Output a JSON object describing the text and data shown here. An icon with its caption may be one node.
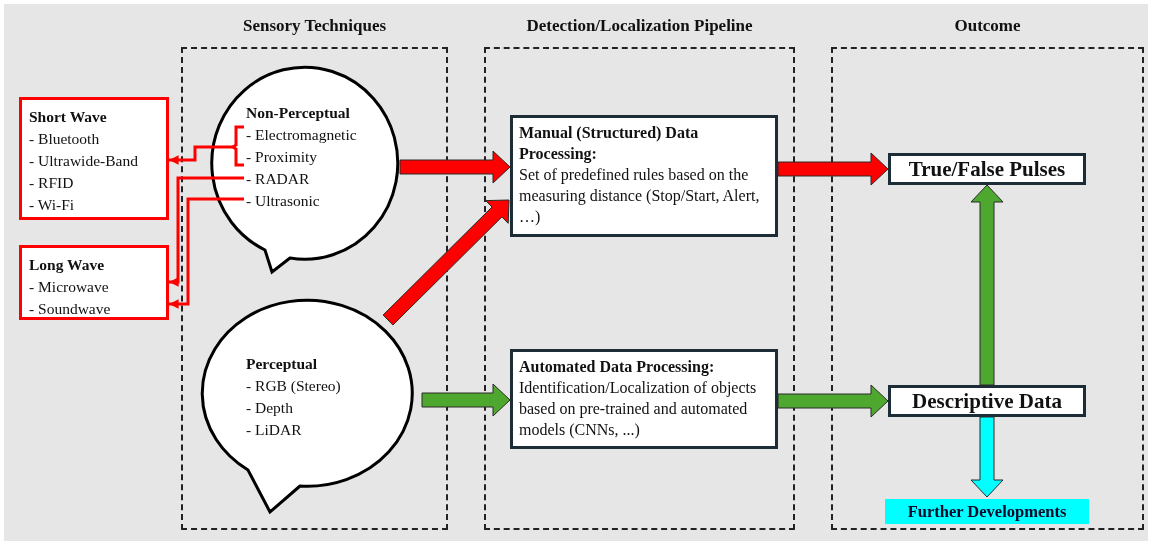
{
  "diagram": {
    "nodes": [
      {
        "text": [
          "Sensory Techniques"
        ]
      },
      {
        "text": [
          "Detection/Localization Pipeline"
        ]
      },
      {
        "text": [
          "Outcome"
        ]
      },
      {
        "text": [
          "Short Wave",
          "- Bluetooth",
          "- Ultrawide-Band",
          "- RFID",
          "- Wi-Fi"
        ]
      },
      {
        "text": [
          "Long Wave",
          "- Microwave",
          "- Soundwave"
        ]
      },
      {
        "text": [
          "Non-Perceptual",
          "- Electromagnetic",
          "- Proximity",
          "- RADAR",
          "- Ultrasonic"
        ],
        "in": 0
      },
      {
        "text": [
          "Perceptual",
          "- RGB (Stereo)",
          "- Depth",
          "- LiDAR"
        ],
        "in": 0
      },
      {
        "text": [
          "Manual (Structured) Data Processing:",
          "Set of predefined rules based on the measuring distance (Stop/Start, Alert, …)"
        ],
        "in": 1
      },
      {
        "text": [
          "Automated Data Processing:",
          "Identification/Localization of objects based on pre-trained and automated models (CNNs, ...)"
        ],
        "in": 1
      },
      {
        "text": [
          "True/False Pulses"
        ],
        "in": 2
      },
      {
        "text": [
          "Descriptive Data"
        ],
        "in": 2
      },
      {
        "text": [
          "Further Developments"
        ],
        "in": 2
      }
    ],
    "edges": [
      {
        "from": 5,
        "to": 3,
        "arrow": "to"
      },
      {
        "from": 5,
        "to": 4,
        "arrow": "to"
      },
      {
        "from": 5,
        "to": 4,
        "arrow": "to"
      },
      {
        "from": 5,
        "to": 7,
        "arrow": "to",
        "style": "thick"
      },
      {
        "from": 6,
        "to": 7,
        "arrow": "to",
        "style": "thick"
      },
      {
        "from": 6,
        "to": 8,
        "arrow": "to",
        "style": "thick",
        "color": "#4ea72e"
      },
      {
        "from": 7,
        "to": 9,
        "arrow": "to",
        "style": "thick"
      },
      {
        "from": 8,
        "to": 10,
        "arrow": "to",
        "style": "thick",
        "color": "#4ea72e"
      },
      {
        "from": 10,
        "to": 9,
        "arrow": "to",
        "style": "thick",
        "color": "#4ea72e"
      },
      {
        "from": 10,
        "to": 11,
        "arrow": "to",
        "style": "thick",
        "color": "#00ffff"
      }
    ]
  }
}
